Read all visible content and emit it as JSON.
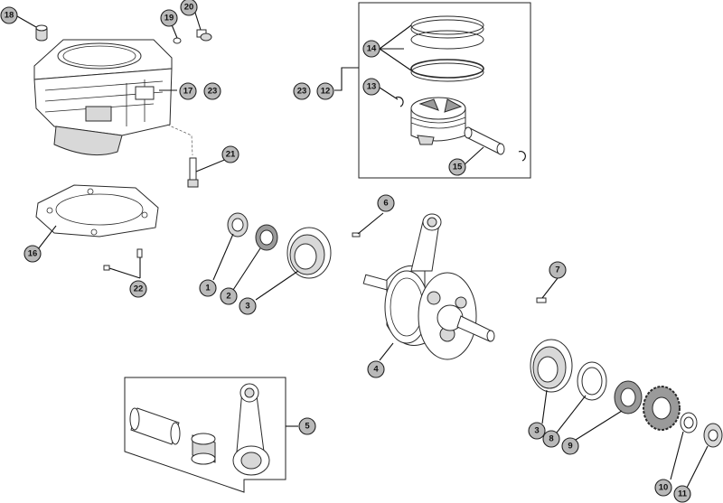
{
  "callouts": [
    "18",
    "19",
    "20",
    "17",
    "23",
    "23",
    "12",
    "13",
    "14",
    "15",
    "21",
    "16",
    "22",
    "6",
    "1",
    "2",
    "3",
    "7",
    "4",
    "3",
    "8",
    "9",
    "5",
    "10",
    "11"
  ]
}
